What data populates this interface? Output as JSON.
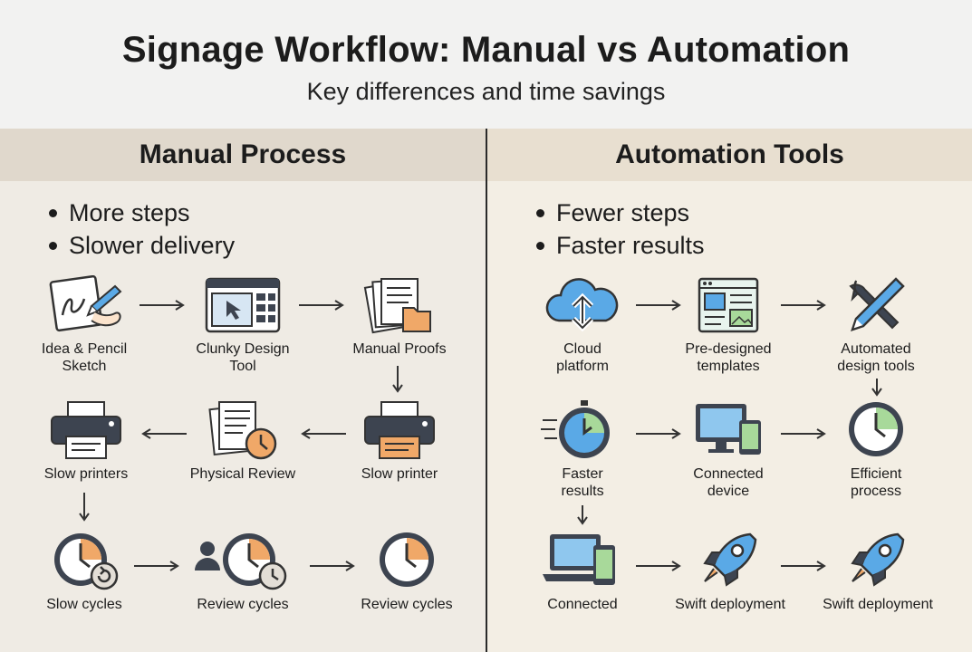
{
  "header": {
    "title": "Signage Workflow: Manual vs Automation",
    "subtitle": "Key differences and time savings"
  },
  "colors": {
    "accent_orange": "#f0a868",
    "icon_blue": "#5aa9e6",
    "icon_green": "#a8d99a",
    "icon_dark": "#3d4450"
  },
  "manual": {
    "title": "Manual Process",
    "bullets": [
      "More steps",
      "Slower delivery"
    ],
    "steps": [
      {
        "label": "Idea & Pencil\nSketch",
        "icon": "pencil-sketch-icon"
      },
      {
        "label": "Clunky Design\nTool",
        "icon": "design-tool-window-icon"
      },
      {
        "label": "Manual Proofs",
        "icon": "document-stack-icon"
      },
      {
        "label": "Slow printer",
        "icon": "printer-icon"
      },
      {
        "label": "Physical Review",
        "icon": "document-clock-icon"
      },
      {
        "label": "Slow printers",
        "icon": "printer-icon"
      },
      {
        "label": "Slow cycles",
        "icon": "clock-refresh-icon"
      },
      {
        "label": "Review cycles",
        "icon": "person-clock-icon"
      },
      {
        "label": "Review cycles",
        "icon": "clock-icon"
      }
    ]
  },
  "automation": {
    "title": "Automation Tools",
    "bullets": [
      "Fewer steps",
      "Faster results"
    ],
    "steps": [
      {
        "label": "Cloud\nplatform",
        "icon": "cloud-icon"
      },
      {
        "label": "Pre-designed\ntemplates",
        "icon": "template-icon"
      },
      {
        "label": "Automated\ndesign tools",
        "icon": "wrench-pencil-icon"
      },
      {
        "label": "Faster\nresults",
        "icon": "stopwatch-icon"
      },
      {
        "label": "Connected\ndevice",
        "icon": "monitor-phone-icon"
      },
      {
        "label": "Efficient\nprocess",
        "icon": "clock-icon"
      },
      {
        "label": "Connected",
        "icon": "laptop-phone-icon"
      },
      {
        "label": "Swift deployment",
        "icon": "rocket-icon"
      },
      {
        "label": "Swift deployment",
        "icon": "rocket-icon"
      }
    ]
  }
}
